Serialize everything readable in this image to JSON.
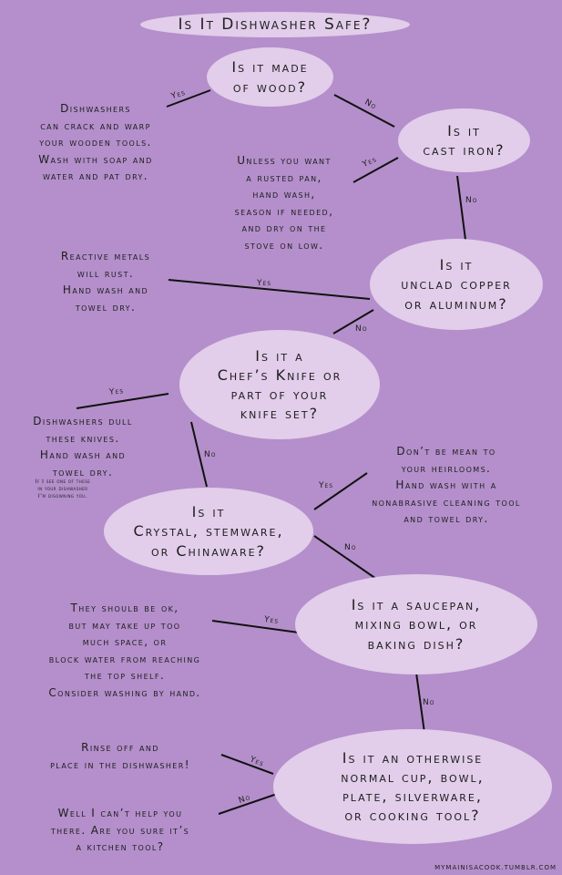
{
  "title": "Is It Dishwasher Safe?",
  "credit": "MYMAINISACOOK.TUMBLR.COM",
  "questions": {
    "wood": "Is it made\nof wood?",
    "cast_iron": "Is it\ncast iron?",
    "copper": "Is it\nunclad copper\nor aluminum?",
    "knife": "Is it a\nChef’s Knife or\npart of your\nknife set?",
    "crystal": "Is it\nCrystal, stemware,\nor Chinaware?",
    "saucepan": "Is it a saucepan,\nmixing bowl, or\nbaking dish?",
    "cup": "Is it an otherwise\nnormal cup, bowl,\nplate, silverware,\nor cooking tool?"
  },
  "answers": {
    "wood_yes": "Dishwashers\ncan crack and warp\nyour wooden tools.\nWash with soap and\nwater and pat dry.",
    "cast_iron_yes": "Unless you want\na rusted pan,\nhand wash,\nseason if needed,\nand dry on the\nstove on low.",
    "copper_yes": "Reactive metals\nwill rust.\nHand wash and\ntowel dry.",
    "knife_yes": "Dishwashers dull\nthese knives.\nHand wash and\ntowel dry.",
    "knife_note": "If I see one of these\nin your dishwasher\nI’m disowning you.",
    "crystal_yes": "Don’t be mean to\nyour heirlooms.\nHand wash with a\nnonabrasive cleaning tool\nand towel dry.",
    "saucepan_yes": "They shoulb be ok,\nbut may take up too\nmuch space, or\nblock water from reaching\nthe top shelf.\nConsider washing by hand.",
    "cup_yes": "Rinse off and\nplace in the dishwasher!",
    "cup_no": "Well I can’t help you\nthere. Are you sure it’s\na kitchen tool?"
  },
  "labels": {
    "yes": "Yes",
    "no": "No"
  },
  "colors": {
    "background": "#b48fcb",
    "bubble": "#e2cdea",
    "text": "#1e1e1e"
  }
}
